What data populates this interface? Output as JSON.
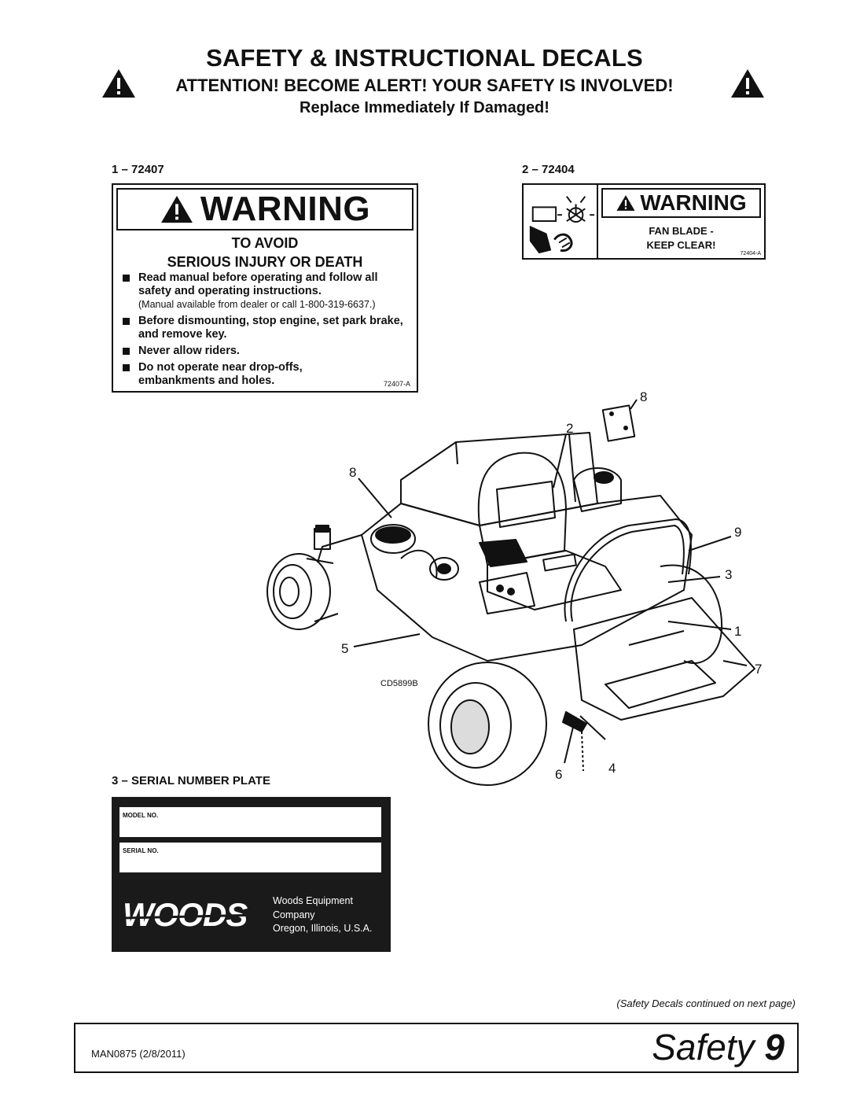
{
  "header": {
    "title": "SAFETY & INSTRUCTIONAL DECALS",
    "attention": "ATTENTION! BECOME ALERT! YOUR SAFETY IS INVOLVED!",
    "replace": "Replace Immediately If Damaged!"
  },
  "decal1": {
    "label": "1 – 72407",
    "warning": "WARNING",
    "avoid_line1": "TO AVOID",
    "avoid_line2": "SERIOUS INJURY OR DEATH",
    "items": [
      {
        "text": "Read manual before operating and follow all safety and operating instructions.",
        "sub": "(Manual available from dealer or call 1-800-319-6637.)"
      },
      {
        "text": "Before dismounting, stop engine, set park brake, and remove key."
      },
      {
        "text": "Never allow riders."
      },
      {
        "text": "Do not operate near drop-offs, embankments and holes."
      }
    ],
    "code": "72407-A"
  },
  "decal2": {
    "label": "2 – 72404",
    "warning": "WARNING",
    "line1": "FAN BLADE -",
    "line2": "KEEP CLEAR!",
    "code": "72404-A"
  },
  "illustration": {
    "code": "CD5899B",
    "callouts": [
      "8",
      "2",
      "8",
      "9",
      "3",
      "1",
      "7",
      "5",
      "6",
      "4"
    ]
  },
  "plate": {
    "label": "3 – SERIAL NUMBER PLATE",
    "model_label": "MODEL NO.",
    "serial_label": "SERIAL NO.",
    "logo_text": "WOODS",
    "company_line1": "Woods Equipment",
    "company_line2": "Company",
    "company_line3": "Oregon, Illinois, U.S.A."
  },
  "footer": {
    "continued": "(Safety Decals continued on next page)",
    "doc": "MAN0875 (2/8/2011)",
    "section": "Safety",
    "page": "9"
  }
}
